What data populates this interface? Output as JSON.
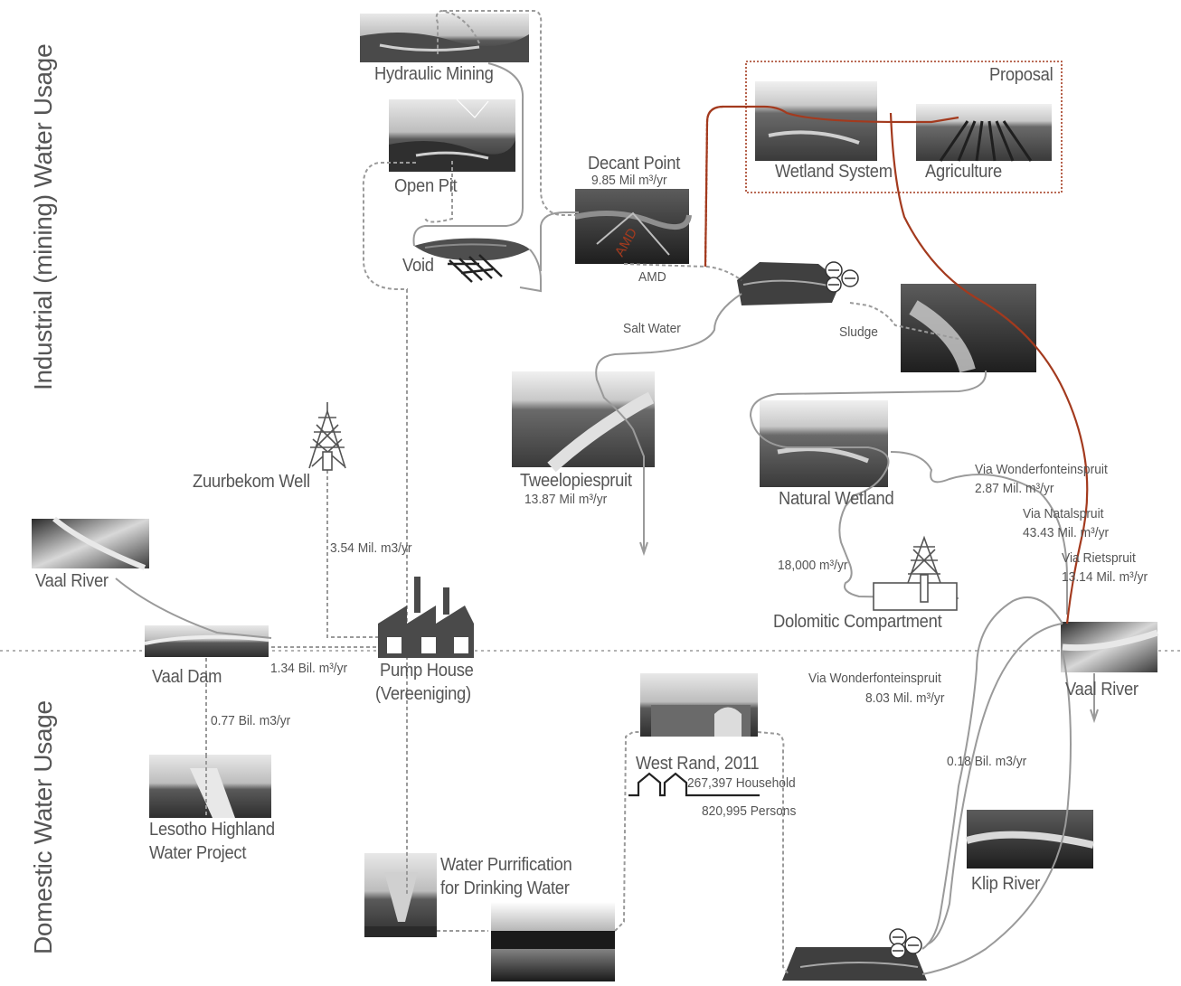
{
  "sections": {
    "industrial": "Industrial (mining) Water Usage",
    "domestic": "Domestic Water Usage"
  },
  "nodes": {
    "hydraulic_mining": "Hydraulic Mining",
    "open_pit": "Open Pit",
    "void": "Void",
    "decant_point": "Decant Point",
    "decant_value": "9.85 Mil m³/yr",
    "amd": "AMD",
    "proposal": "Proposal",
    "wetland_system": "Wetland System",
    "agriculture": "Agriculture",
    "salt_water": "Salt Water",
    "sludge": "Sludge",
    "tweelopiespruit": "Tweelopiespruit",
    "tweelopiespruit_value": "13.87 Mil m³/yr",
    "natural_wetland": "Natural Wetland",
    "zuurbekom_well": "Zuurbekom Well",
    "zuurbekom_value": "3.54 Mil. m3/yr",
    "dolomitic_value": "18,000 m³/yr",
    "dolomitic": "Dolomitic Compartment",
    "via_wonder_1": "Via Wonderfonteinspruit",
    "via_wonder_1_value": "2.87 Mil. m³/yr",
    "via_natal": "Via Natalspruit",
    "via_natal_value": "43.43 Mil. m³/yr",
    "via_riet": "Via Rietspruit",
    "via_riet_value": "13.14 Mil. m³/yr",
    "vaal_river_left": "Vaal River",
    "vaal_dam": "Vaal Dam",
    "vaal_dam_value": "1.34 Bil. m³/yr",
    "pump_house_1": "Pump House",
    "pump_house_2": "(Vereeniging)",
    "lesotho_value": "0.77 Bil. m3/yr",
    "lesotho_1": "Lesotho Highland",
    "lesotho_2": "Water Project",
    "via_wonder_2": "Via Wonderfonteinspruit",
    "via_wonder_2_value": "8.03 Mil. m³/yr",
    "vaal_river_right": "Vaal River",
    "west_rand": "West Rand, 2011",
    "households": "267,397 Household",
    "persons": "820,995 Persons",
    "klip_value": "0.18 Bil. m3/yr",
    "klip_river": "Klip River",
    "purification_1": "Water Purrification",
    "purification_2": "for Drinking Water",
    "amd_stamp": "AMD"
  },
  "colors": {
    "proposal_line": "#a33a1e",
    "flow_line": "#9a9a9a",
    "text": "#555555"
  }
}
